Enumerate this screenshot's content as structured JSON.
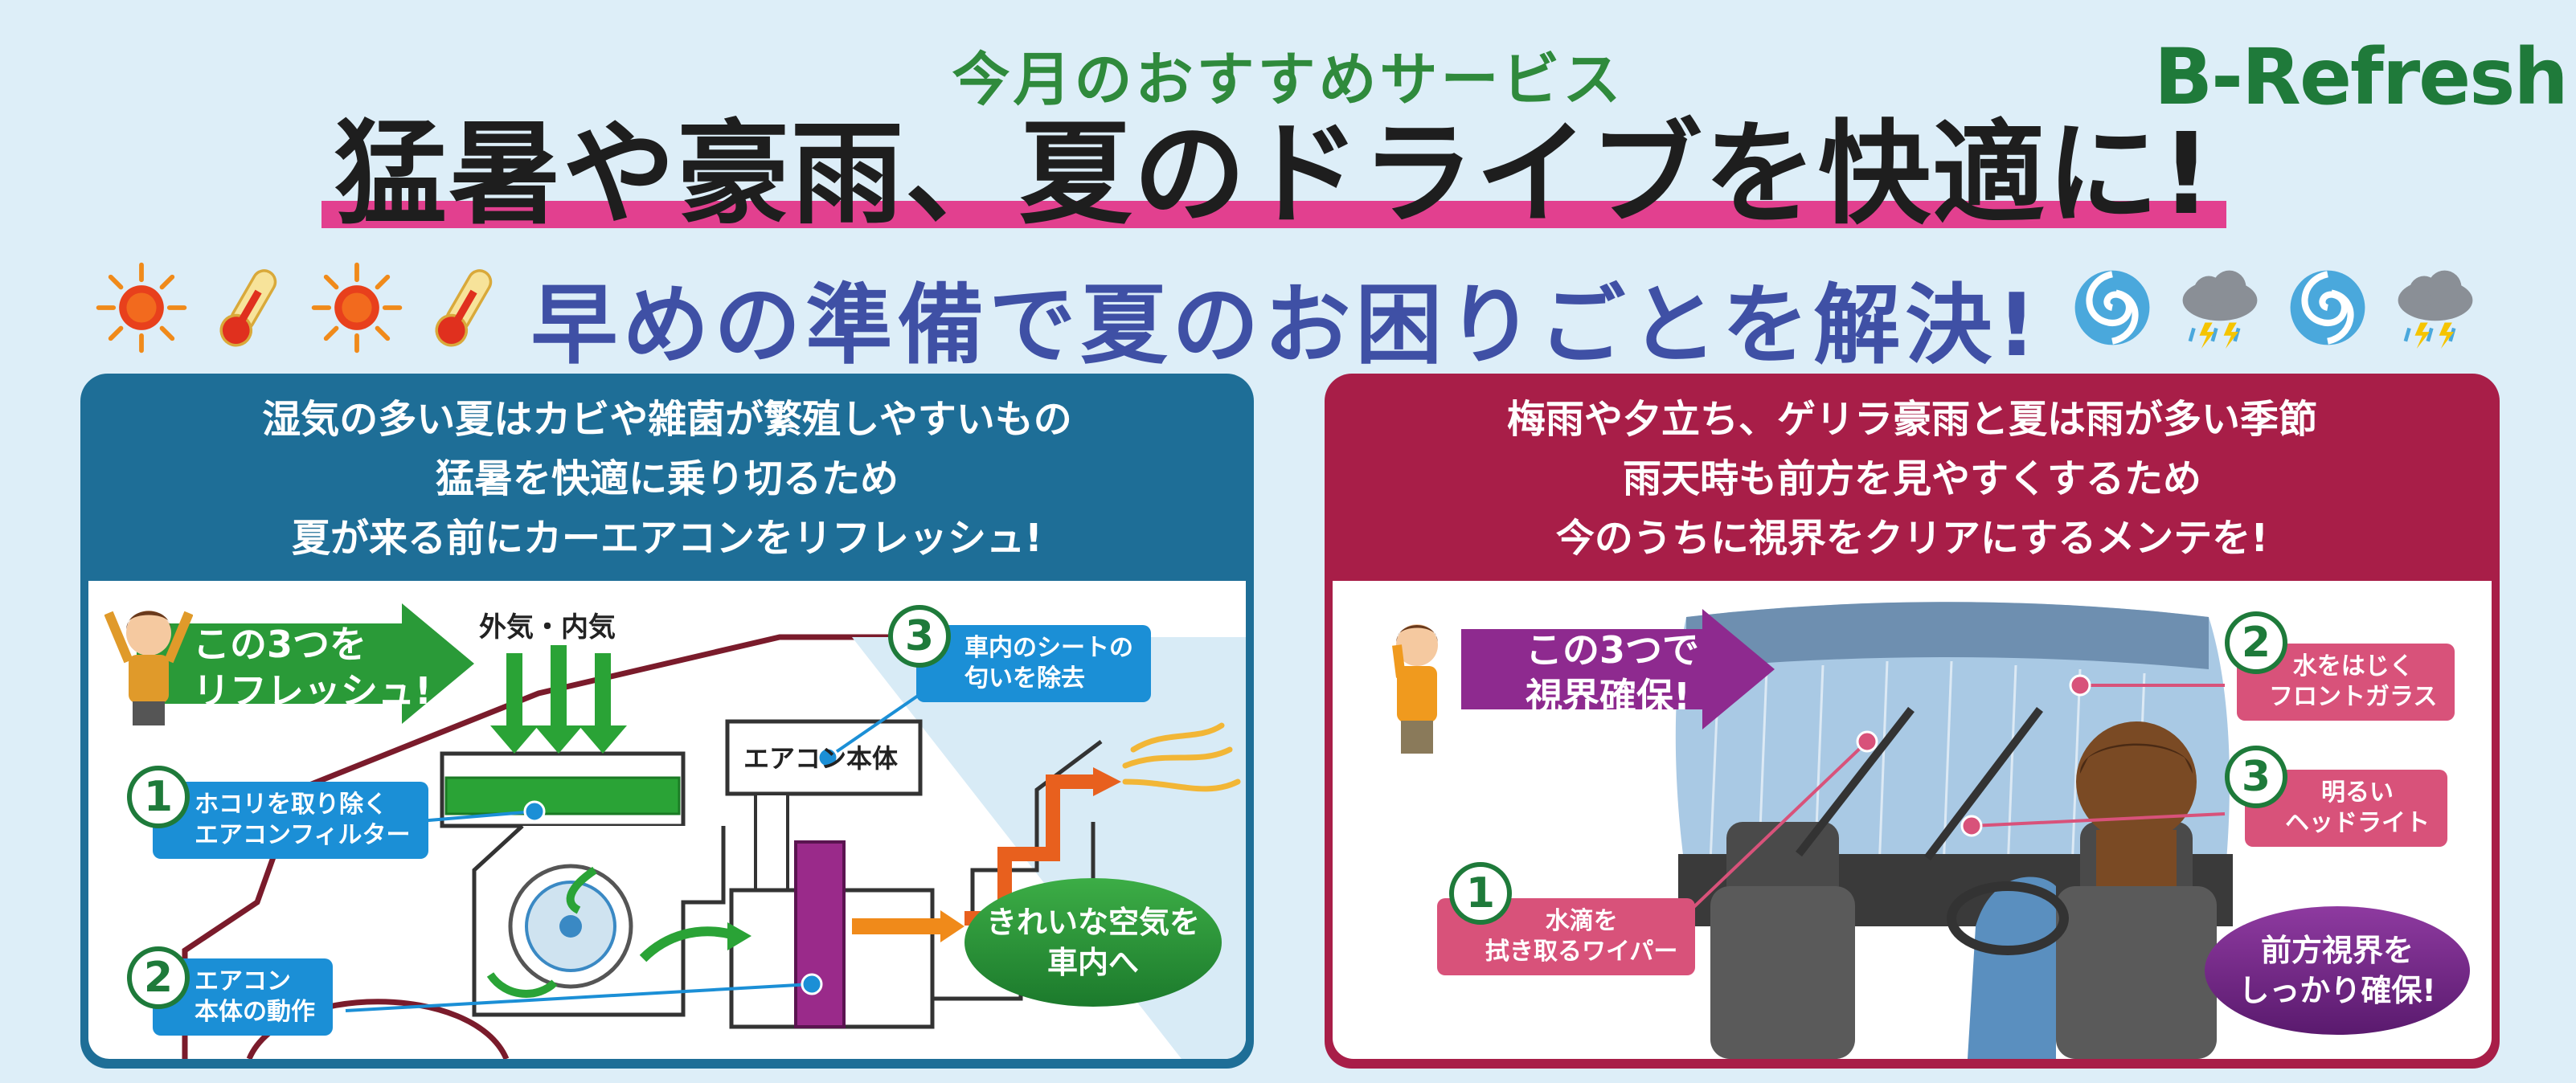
{
  "header": {
    "subtitle": "今月のおすすめサービス",
    "headline": "猛暑や豪雨、夏のドライブを快適に!",
    "tagline": "早めの準備で夏のお困りごとを解決!",
    "logo": "B-Refresh"
  },
  "icons": {
    "left": [
      "sun-icon",
      "thermometer-icon",
      "sun-icon",
      "thermometer-icon"
    ],
    "right": [
      "typhoon-icon",
      "thunder-rain-cloud-icon",
      "typhoon-icon",
      "thunder-rain-cloud-icon"
    ]
  },
  "colors": {
    "background": "#ddeef8",
    "green": "#1f7a3a",
    "magenta": "#e2408f",
    "tagline_blue": "#3f50a5",
    "panel_blue": "#1e6e97",
    "panel_red": "#a81e48"
  },
  "aircon_panel": {
    "intro": [
      "湿気の多い夏はカビや雑菌が繁殖しやすいもの",
      "猛暑を快適に乗り切るため",
      "夏が来る前にカーエアコンをリフレッシュ!"
    ],
    "banner": [
      "この3つを",
      "リフレッシュ!"
    ],
    "air_label": "外気・内気",
    "unit_label": "エアコン本体",
    "items": [
      {
        "num": "1",
        "lines": [
          "ホコリを取り除く",
          "エアコンフィルター"
        ]
      },
      {
        "num": "2",
        "lines": [
          "エアコン",
          "本体の動作"
        ]
      },
      {
        "num": "3",
        "lines": [
          "車内のシートの",
          "匂いを除去"
        ]
      }
    ],
    "result": [
      "きれいな空気を",
      "車内へ"
    ]
  },
  "visibility_panel": {
    "intro": [
      "梅雨や夕立ち、ゲリラ豪雨と夏は雨が多い季節",
      "雨天時も前方を見やすくするため",
      "今のうちに視界をクリアにするメンテを!"
    ],
    "banner": [
      "この3つで",
      "視界確保!"
    ],
    "items": [
      {
        "num": "1",
        "lines": [
          "水滴を",
          "拭き取るワイパー"
        ]
      },
      {
        "num": "2",
        "lines": [
          "水をはじく",
          "フロントガラス"
        ]
      },
      {
        "num": "3",
        "lines": [
          "明るい",
          "ヘッドライト"
        ]
      }
    ],
    "result": [
      "前方視界を",
      "しっかり確保!"
    ]
  }
}
